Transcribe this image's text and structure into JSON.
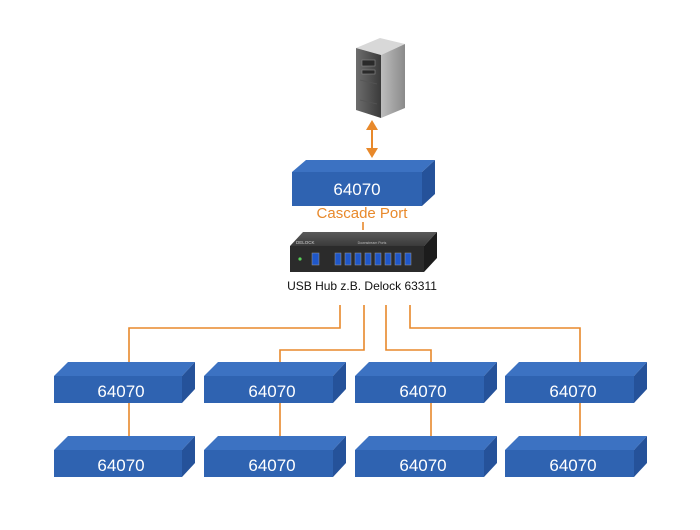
{
  "top_device": {
    "label": "64070"
  },
  "cascade_port_label": "Cascade Port",
  "hub": {
    "caption": "USB Hub z.B. Delock 63311",
    "brand": "DELOCK",
    "port_header": "Downstream Ports"
  },
  "row1": [
    {
      "label": "64070"
    },
    {
      "label": "64070"
    },
    {
      "label": "64070"
    },
    {
      "label": "64070"
    }
  ],
  "row2": [
    {
      "label": "64070"
    },
    {
      "label": "64070"
    },
    {
      "label": "64070"
    },
    {
      "label": "64070"
    }
  ],
  "colors": {
    "connector": "#e8892b",
    "box_front": "#2f63b1",
    "box_top": "#3c72c2",
    "box_side": "#25529a",
    "hub_body": "#2b2b2b"
  },
  "icons": {
    "computer": "tower-computer-icon",
    "arrow": "double-arrow-icon"
  }
}
